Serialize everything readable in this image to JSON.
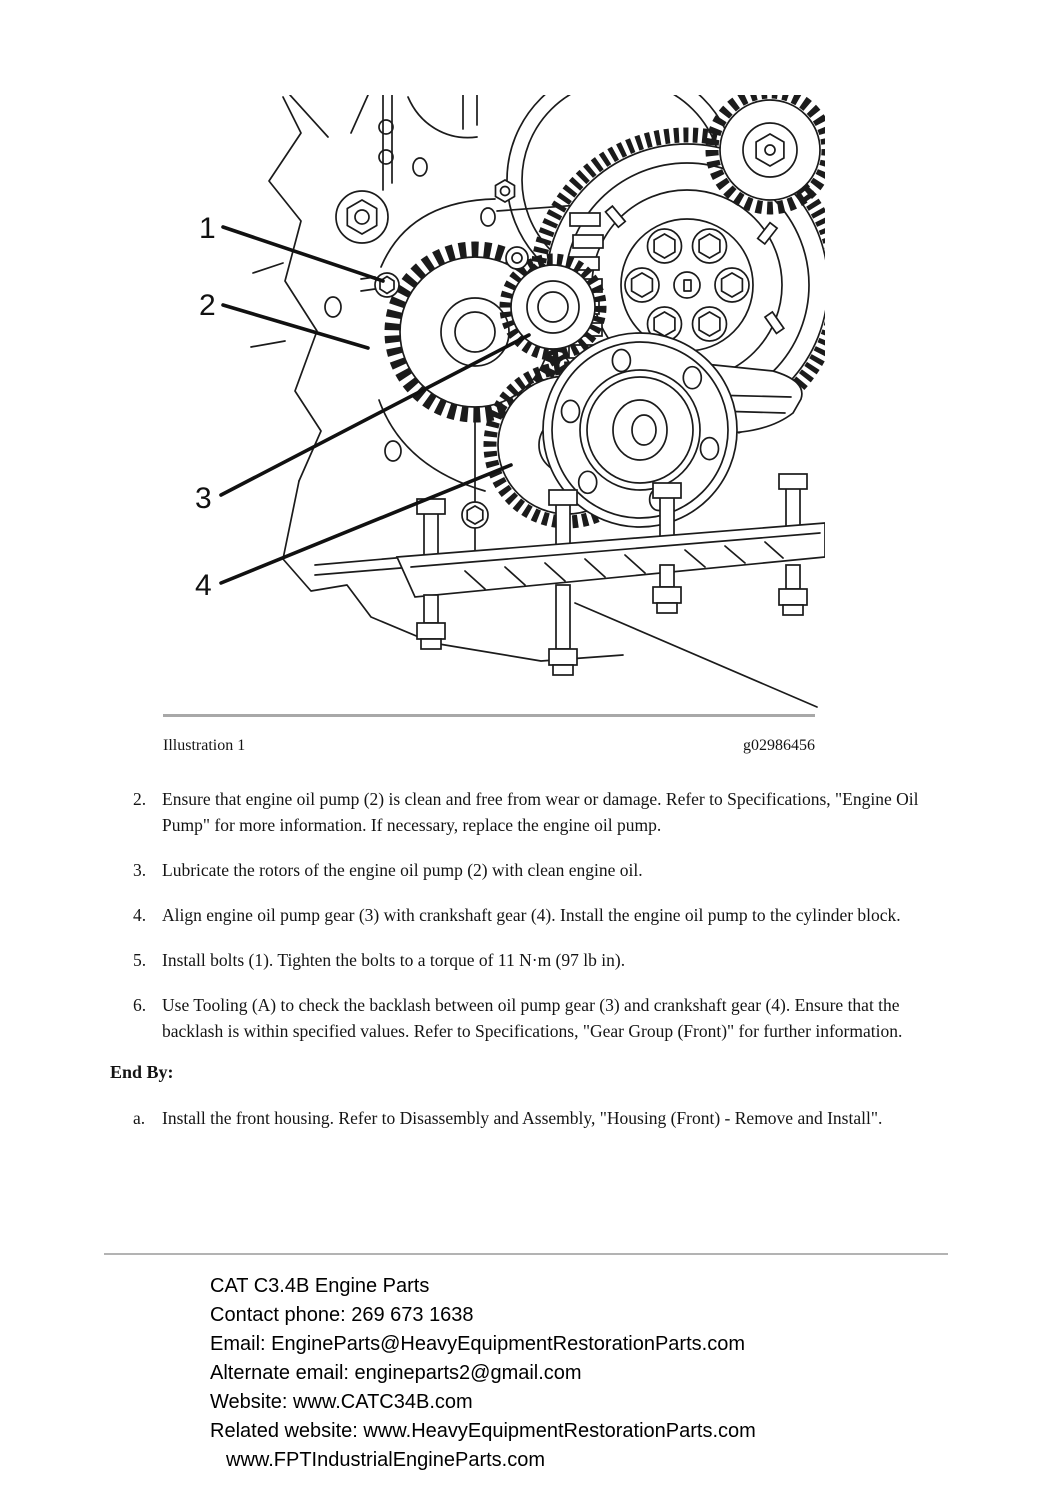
{
  "illustration": {
    "caption_left": "Illustration 1",
    "caption_right": "g02986456",
    "callouts": [
      {
        "label": "1"
      },
      {
        "label": "2"
      },
      {
        "label": "3"
      },
      {
        "label": "4"
      }
    ]
  },
  "steps": [
    {
      "num": "2.",
      "text": "Ensure that engine oil pump (2) is clean and free from wear or damage. Refer to Specifications, \"Engine Oil Pump\" for more information. If necessary, replace the engine oil pump."
    },
    {
      "num": "3.",
      "text": "Lubricate the rotors of the engine oil pump (2) with clean engine oil."
    },
    {
      "num": "4.",
      "text": "Align engine oil pump gear (3) with crankshaft gear (4). Install the engine oil pump to the cylinder block."
    },
    {
      "num": "5.",
      "text": "Install bolts (1). Tighten the bolts to a torque of 11 N·m (97 lb in)."
    },
    {
      "num": "6.",
      "text": "Use Tooling (A) to check the backlash between oil pump gear (3) and crankshaft gear (4). Ensure that the backlash is within specified values. Refer to Specifications, \"Gear Group (Front)\" for further information."
    }
  ],
  "end_by": {
    "heading": "End By:",
    "items": [
      {
        "num": "a.",
        "text": "Install the front housing. Refer to Disassembly and Assembly, \"Housing (Front) - Remove and Install\"."
      }
    ]
  },
  "footer": {
    "lines": [
      "CAT C3.4B Engine Parts",
      "Contact phone: 269 673 1638",
      "Email: EngineParts@HeavyEquipmentRestorationParts.com",
      "Alternate email: engineparts2@gmail.com",
      "Website: www.CATC34B.com",
      "Related website: www.HeavyEquipmentRestorationParts.com",
      "www.FPTIndustrialEngineParts.com"
    ]
  },
  "colors": {
    "ink": "#1b1b1b",
    "caption_rule": "#a8a8a8",
    "footer_rule": "#b3b3b3",
    "background": "#ffffff"
  }
}
